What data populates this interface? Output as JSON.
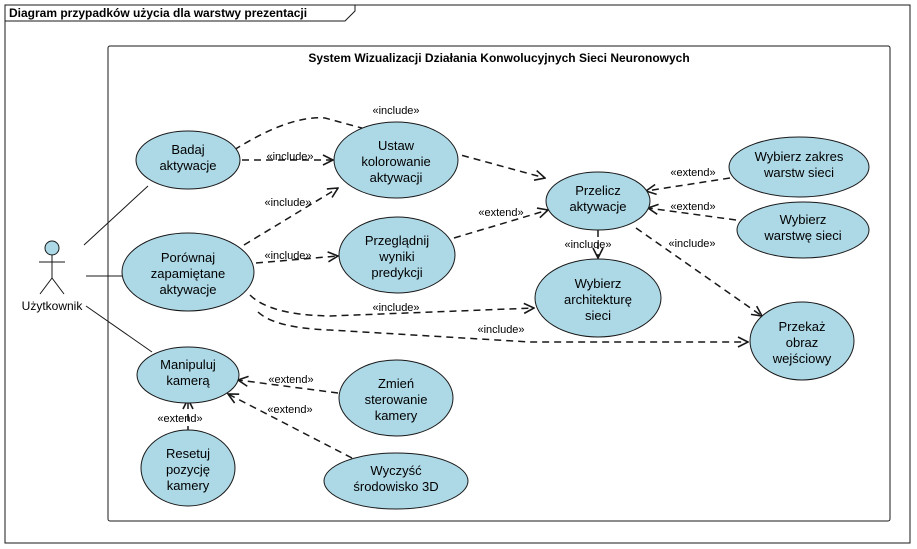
{
  "colors": {
    "usecase_fill": "#add8e6",
    "stroke": "#181818",
    "background": "#ffffff"
  },
  "frame": {
    "title": "Diagram przypadków użycia dla warstwy prezentacji"
  },
  "system": {
    "title": "System Wizualizacji Działania Konwolucyjnych Sieci Neuronowych"
  },
  "actor": {
    "name": "Użytkownik"
  },
  "usecases": {
    "badaj": [
      "Badaj",
      "aktywacje"
    ],
    "ustaw": [
      "Ustaw",
      "kolorowanie",
      "aktywacji"
    ],
    "porownaj": [
      "Porównaj",
      "zapamiętane",
      "aktywacje"
    ],
    "przegladnij": [
      "Przeglądnij",
      "wyniki",
      "predykcji"
    ],
    "przelicz": [
      "Przelicz",
      "aktywacje"
    ],
    "zakres": [
      "Wybierz zakres",
      "warstw sieci"
    ],
    "warstwe": [
      "Wybierz",
      "warstwę sieci"
    ],
    "architekture": [
      "Wybierz",
      "architekturę",
      "sieci"
    ],
    "obraz": [
      "Przekaż",
      "obraz",
      "wejściowy"
    ],
    "manipuluj": [
      "Manipuluj",
      "kamerą"
    ],
    "zmien": [
      "Zmień",
      "sterowanie",
      "kamery"
    ],
    "resetuj": [
      "Resetuj",
      "pozycję",
      "kamery"
    ],
    "wyczysc": [
      "Wyczyść",
      "środowisko 3D"
    ]
  },
  "labels": {
    "include": "«include»",
    "extend": "«extend»"
  }
}
